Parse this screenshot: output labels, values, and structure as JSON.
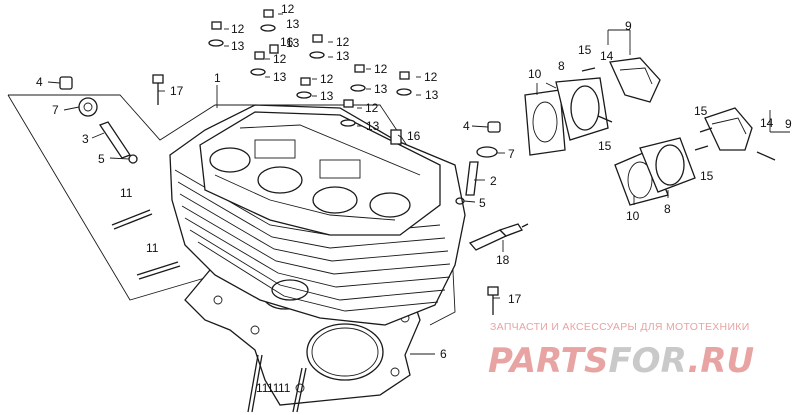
{
  "callouts": {
    "c1": "1",
    "c2": "2",
    "c3": "3",
    "c4a": "4",
    "c4b": "4",
    "c5a": "5",
    "c5b": "5",
    "c6": "6",
    "c7a": "7",
    "c7b": "7",
    "c8a": "8",
    "c8b": "8",
    "c9a": "9",
    "c9b": "9",
    "c10a": "10",
    "c10b": "10",
    "c11a": "11",
    "c11b": "11",
    "c11c": "11",
    "c11d": "11",
    "c11e": "11",
    "c12a": "12",
    "c12b": "12",
    "c12c": "12",
    "c12d": "12",
    "c12e": "12",
    "c12f": "12",
    "c12g": "12",
    "c12h": "12",
    "c13a": "13",
    "c13b": "13",
    "c13c": "13",
    "c13d": "13",
    "c13e": "13",
    "c13f": "13",
    "c13g": "13",
    "c13h": "13",
    "c13i": "13",
    "c14a": "14",
    "c14b": "14",
    "c15a": "15",
    "c15b": "15",
    "c15c": "15",
    "c15d": "15",
    "c16a": "16",
    "c16b": "16",
    "c17a": "17",
    "c17b": "17",
    "c18": "18"
  },
  "watermark": {
    "subtitle": "ЗАПЧАСТИ И АКСЕССУАРЫ ДЛЯ МОТОТЕХНИКИ",
    "brand_part1": "PARTS",
    "brand_part2": "FOR",
    "brand_part3": ".RU",
    "colors": {
      "red": "#e8a3a3",
      "gray": "#bfbfbf"
    }
  }
}
